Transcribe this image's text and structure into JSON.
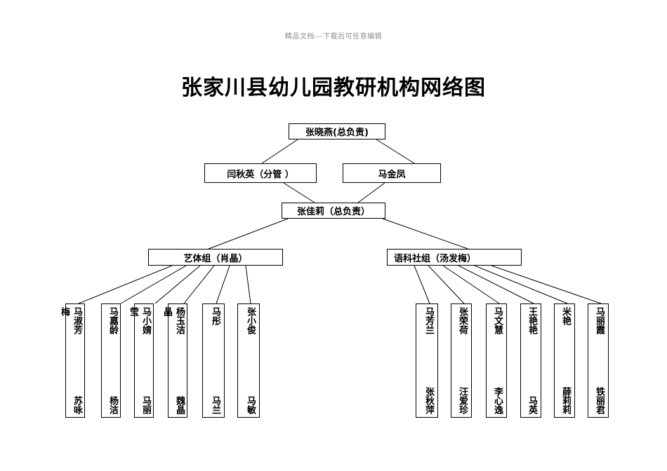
{
  "document": {
    "header_note": "精品文档---下载后可任意编辑",
    "title": "张家川县幼儿园教研机构网络图"
  },
  "nodes": {
    "root": {
      "label": "张晓燕(总负责)"
    },
    "level2_left": {
      "label": "闫秋英（分管 ）"
    },
    "level2_right": {
      "label": "马金凤"
    },
    "level3": {
      "label": "张佳莉（总负责）"
    },
    "group_left": {
      "label": "艺体组（肖晶）"
    },
    "group_right": {
      "label": "语科社组（汤发梅）"
    }
  },
  "left_group_members": [
    {
      "top": "马淑芳",
      "bottom": "苏咏",
      "overflow": "梅"
    },
    {
      "top": "马嘉龄",
      "bottom": "杨洁",
      "overflow": ""
    },
    {
      "top": "马小婧",
      "bottom": "马丽",
      "overflow": "莹"
    },
    {
      "top": "杨玉洁",
      "bottom": "魏晶",
      "overflow": "晶"
    },
    {
      "top": "马彤",
      "bottom": "马兰",
      "overflow": ""
    },
    {
      "top": "张小俊",
      "bottom": "马敏",
      "overflow": ""
    }
  ],
  "right_group_members": [
    {
      "top": "马芳兰",
      "bottom": "张秋萍",
      "overflow": ""
    },
    {
      "top": "张荣荷",
      "bottom": "汪爱珍",
      "overflow": ""
    },
    {
      "top": "马文慧",
      "bottom": "李心逸",
      "overflow": ""
    },
    {
      "top": "王艳艳",
      "bottom": "马英",
      "overflow": ""
    },
    {
      "top": "米艳",
      "bottom": "薛莉莉",
      "overflow": ""
    },
    {
      "top": "马丽霞",
      "bottom": "铁丽君",
      "overflow": ""
    }
  ],
  "colors": {
    "line": "#000000",
    "box_border": "#000000",
    "background": "#ffffff",
    "title_text": "#000000",
    "header_note_text": "#8c8c8c"
  }
}
